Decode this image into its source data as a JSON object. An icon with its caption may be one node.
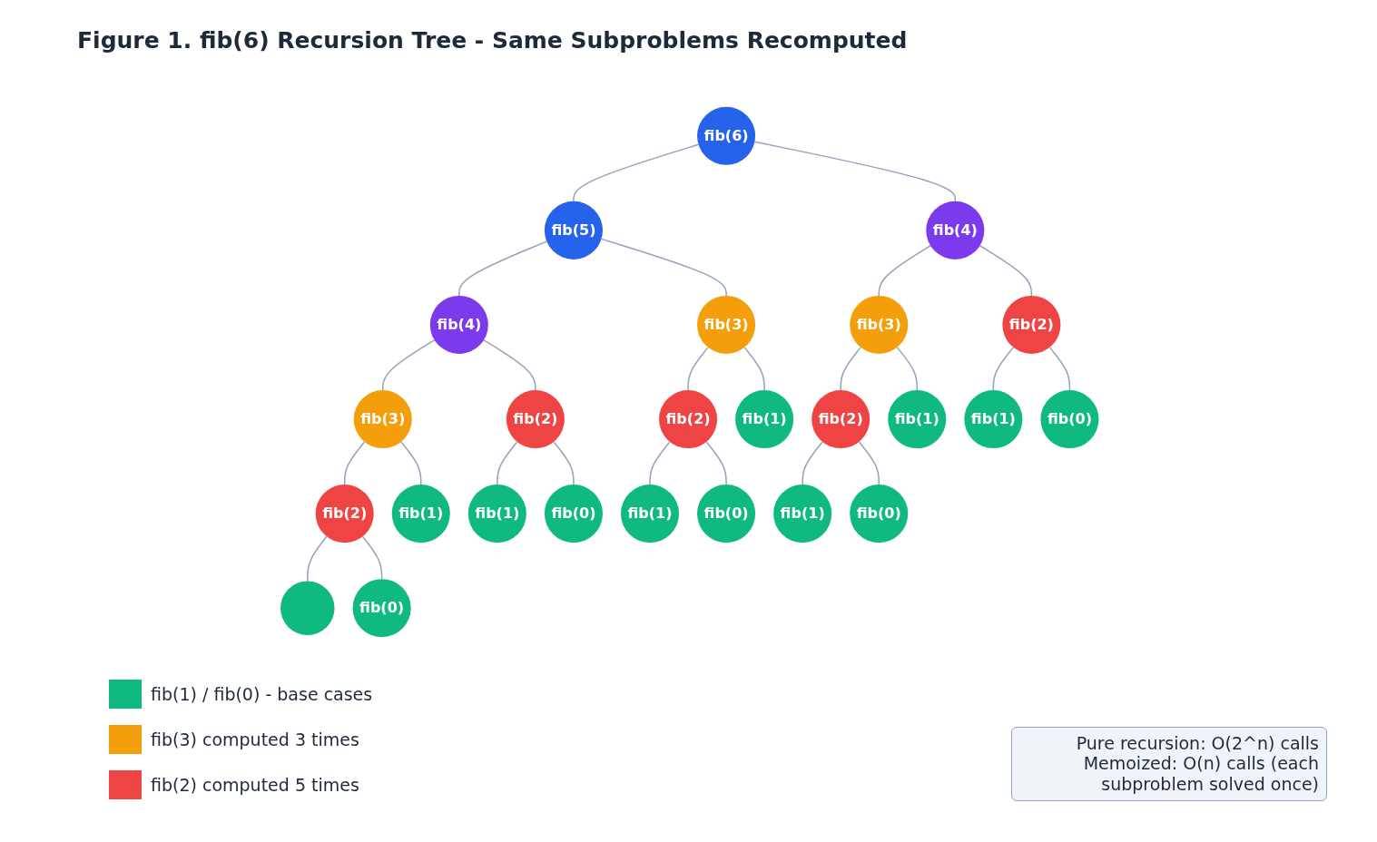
{
  "diagram": {
    "title": "Figure 1. fib(6) Recursion Tree - Same Subproblems Recomputed",
    "nodes": [
      {
        "text": [
          "fib(6)"
        ]
      },
      {
        "text": [
          "fib(5)"
        ]
      },
      {
        "text": [
          "fib(4)"
        ]
      },
      {
        "text": [
          "fib(4)"
        ]
      },
      {
        "text": [
          "fib(3)"
        ]
      },
      {
        "text": [
          "fib(3)"
        ]
      },
      {
        "text": [
          "fib(2)"
        ]
      },
      {
        "text": [
          "fib(3)"
        ]
      },
      {
        "text": [
          "fib(2)"
        ]
      },
      {
        "text": [
          "fib(2)"
        ]
      },
      {
        "text": [
          "fib(1)"
        ]
      },
      {
        "text": [
          "fib(2)"
        ]
      },
      {
        "text": [
          "fib(1)"
        ]
      },
      {
        "text": [
          "fib(1)"
        ]
      },
      {
        "text": [
          "fib(0)"
        ]
      },
      {
        "text": [
          "fib(2)"
        ]
      },
      {
        "text": [
          "fib(1)"
        ]
      },
      {
        "text": [
          "fib(1)"
        ]
      },
      {
        "text": [
          "fib(0)"
        ]
      },
      {
        "text": [
          "fib(1)"
        ]
      },
      {
        "text": [
          "fib(0)"
        ]
      },
      {
        "text": [
          "fib(1)"
        ]
      },
      {
        "text": [
          "fib(0)"
        ]
      },
      {
        "text": [],
        "shape": "circle"
      },
      {
        "text": [
          "fib(0)"
        ]
      },
      {
        "text": [
          "Pure recursion: O(2^n) calls Memoized: O(n) calls (each subproblem solved once)"
        ]
      }
    ],
    "edges": [
      {
        "from": 0,
        "to": 1,
        "arrow": "none"
      },
      {
        "from": 0,
        "to": 2,
        "arrow": "none"
      },
      {
        "from": 1,
        "to": 3,
        "arrow": "none"
      },
      {
        "from": 1,
        "to": 4,
        "arrow": "none"
      },
      {
        "from": 2,
        "to": 5,
        "arrow": "none"
      },
      {
        "from": 2,
        "to": 6,
        "arrow": "none"
      },
      {
        "from": 3,
        "to": 7,
        "arrow": "none"
      },
      {
        "from": 3,
        "to": 8,
        "arrow": "none"
      },
      {
        "from": 4,
        "to": 9,
        "arrow": "none"
      },
      {
        "from": 4,
        "to": 10,
        "arrow": "none"
      },
      {
        "from": 5,
        "to": 11,
        "arrow": "none"
      },
      {
        "from": 5,
        "to": 12,
        "arrow": "none"
      },
      {
        "from": 6,
        "to": 13,
        "arrow": "none"
      },
      {
        "from": 6,
        "to": 14,
        "arrow": "none"
      },
      {
        "from": 7,
        "to": 15,
        "arrow": "none"
      },
      {
        "from": 7,
        "to": 16,
        "arrow": "none"
      },
      {
        "from": 8,
        "to": 17,
        "arrow": "none"
      },
      {
        "from": 8,
        "to": 18,
        "arrow": "none"
      },
      {
        "from": 9,
        "to": 19,
        "arrow": "none"
      },
      {
        "from": 9,
        "to": 20,
        "arrow": "none"
      },
      {
        "from": 11,
        "to": 21,
        "arrow": "none"
      },
      {
        "from": 11,
        "to": 22,
        "arrow": "none"
      },
      {
        "from": 15,
        "to": 23,
        "arrow": "none"
      },
      {
        "from": 15,
        "to": 24,
        "arrow": "none"
      }
    ],
    "legend": [
      {
        "text": "fib(1) / fib(0) - base cases",
        "color": "#10b981"
      },
      {
        "text": "fib(3) computed 3 times",
        "color": "#f59e0b"
      },
      {
        "text": "fib(2) computed 5 times",
        "color": "#ef4444"
      }
    ]
  }
}
